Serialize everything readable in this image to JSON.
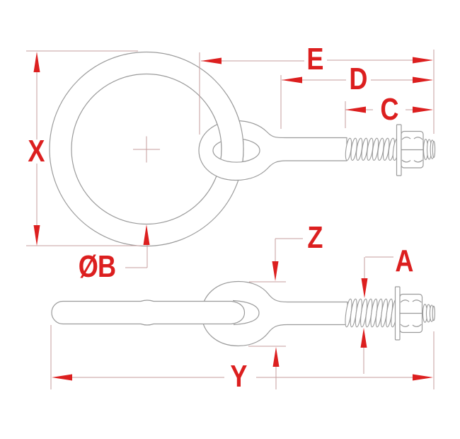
{
  "drawing": {
    "kind": "technical-dimension-drawing",
    "part": "ring eye bolt with hex nut and washer, front view and side view"
  },
  "labels": {
    "x": "X",
    "diameter_b": "ØB",
    "e": "E",
    "d": "D",
    "c": "C",
    "z": "Z",
    "a": "A",
    "y": "Y"
  },
  "colors": {
    "background": "#ffffff",
    "part_outline": "#9b9b9b",
    "dimension_line": "#c59c9c",
    "dimension_accent": "#dc1f1f"
  }
}
